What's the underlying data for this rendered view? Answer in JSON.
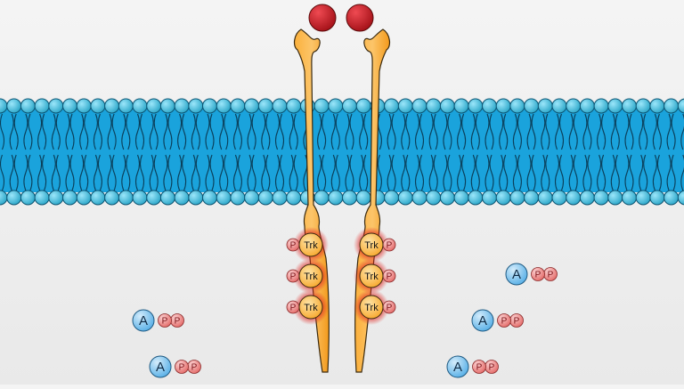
{
  "colors": {
    "background": "#ececec",
    "membrane_core": "#1aa3dc",
    "lipid_head_light": "#7ed8f2",
    "lipid_head_dark": "#2aa6c8",
    "receptor_fill": "#fbb03b",
    "ligand": "#c1272d",
    "kinase_fill": "#fbb03b",
    "kinase_glow": "#e0241f",
    "phosphate": "#f08a8a",
    "adenosine": "#7ec4ef"
  },
  "receptor": {
    "kinase_label": "Trk",
    "phosphate_label": "P",
    "kinase_domains_per_chain": 3,
    "chains": 2
  },
  "atp": {
    "adenosine_label": "A",
    "phosphate_label": "P",
    "phosphates_per_molecule": 2,
    "count": 5
  }
}
